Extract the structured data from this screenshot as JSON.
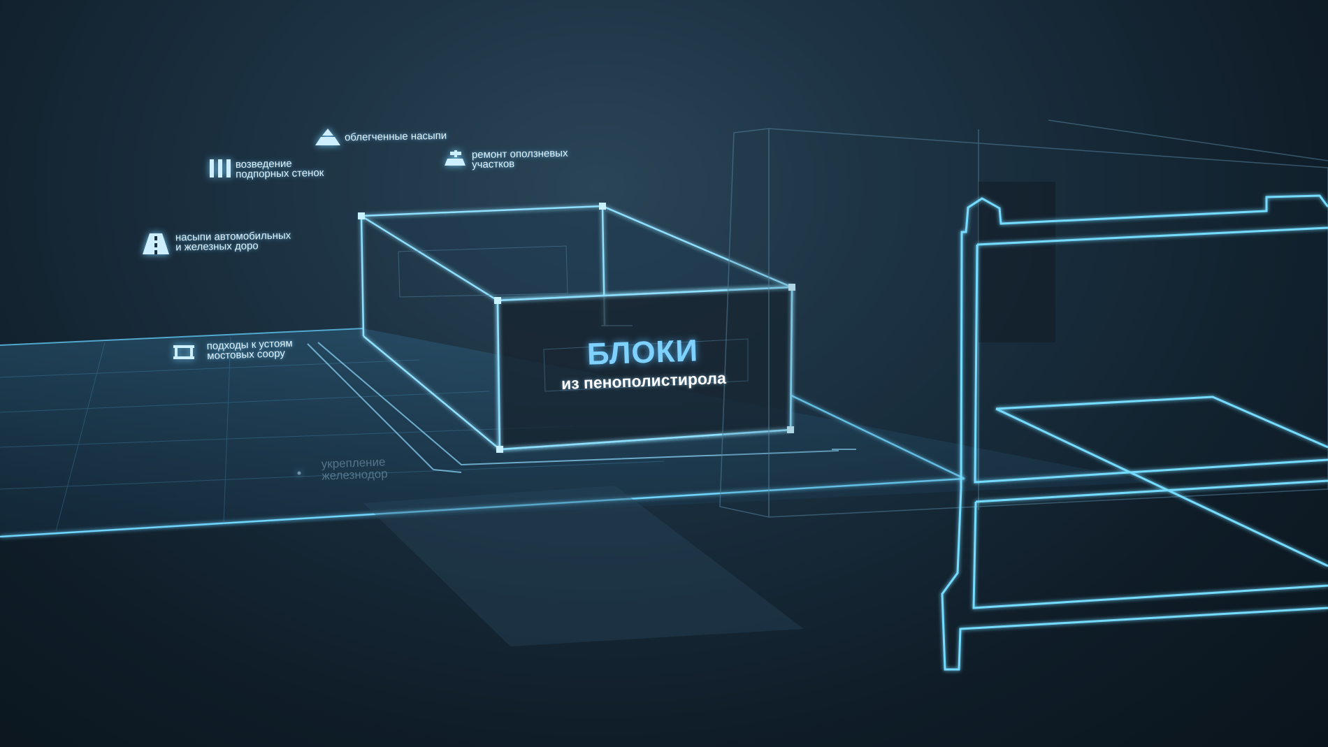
{
  "labels": {
    "embankments_light": "облегченные насыпи",
    "retaining_walls_1": "возведение",
    "retaining_walls_2": "подпорных стенок",
    "landslide_repair_1": "ремонт оползневых",
    "landslide_repair_2": "участков",
    "road_embankments_1": "насыпи автомобильных",
    "road_embankments_2": "и железных доро",
    "bridge_approaches_1": "подходы к устоям",
    "bridge_approaches_2": "мостовых соору",
    "railway_reinforcement_1": "укрепление",
    "railway_reinforcement_2": "железнодор"
  },
  "title": {
    "main": "БЛОКИ",
    "sub": "из пенополистирола"
  },
  "icons": [
    "embankment-triangle-icon",
    "retaining-wall-bars-icon",
    "landslide-repair-icon",
    "road-icon",
    "bridge-icon",
    "dot-icon"
  ],
  "colors": {
    "accent_glow": "#7fd2ff",
    "wireframe": "#6fd6ff",
    "background": "#0f1d28"
  }
}
